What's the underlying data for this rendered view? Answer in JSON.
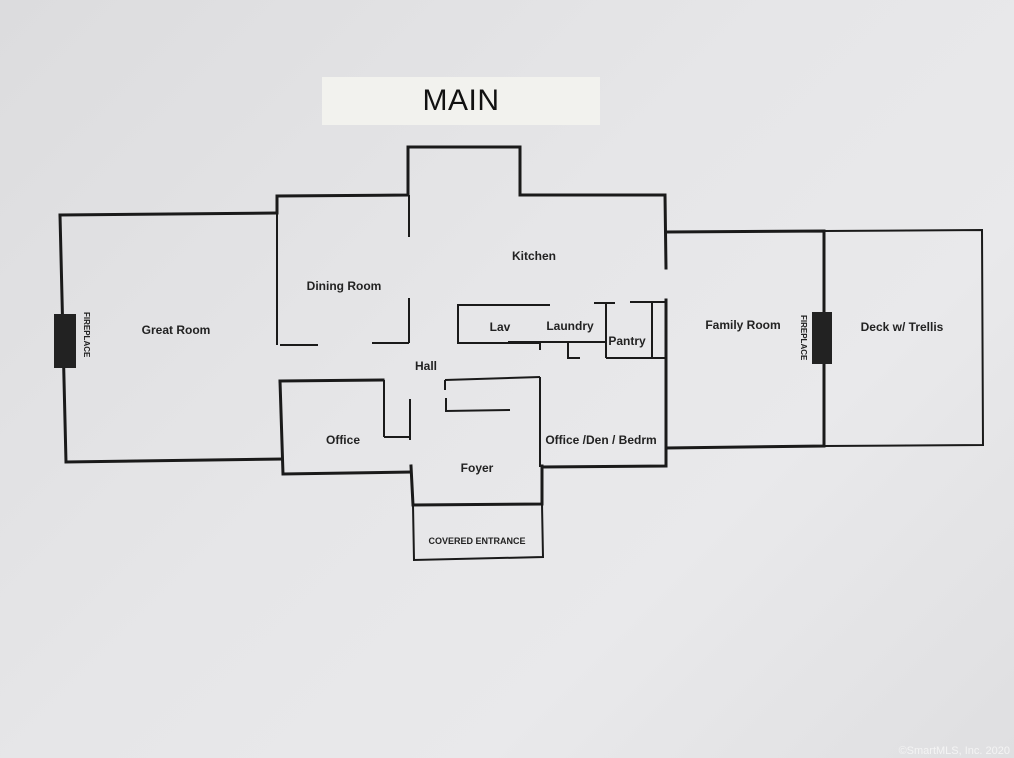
{
  "title": "MAIN",
  "rooms": {
    "great_room": "Great Room",
    "dining_room": "Dining Room",
    "kitchen": "Kitchen",
    "lav": "Lav",
    "laundry": "Laundry",
    "pantry": "Pantry",
    "hall": "Hall",
    "family_room": "Family Room",
    "deck": "Deck w/ Trellis",
    "office": "Office",
    "foyer": "Foyer",
    "office_den": "Office /Den / Bedrm",
    "covered_entrance": "COVERED ENTRANCE"
  },
  "fireplace_label": "FIREPLACE",
  "copyright": "©SmartMLS, Inc. 2020"
}
